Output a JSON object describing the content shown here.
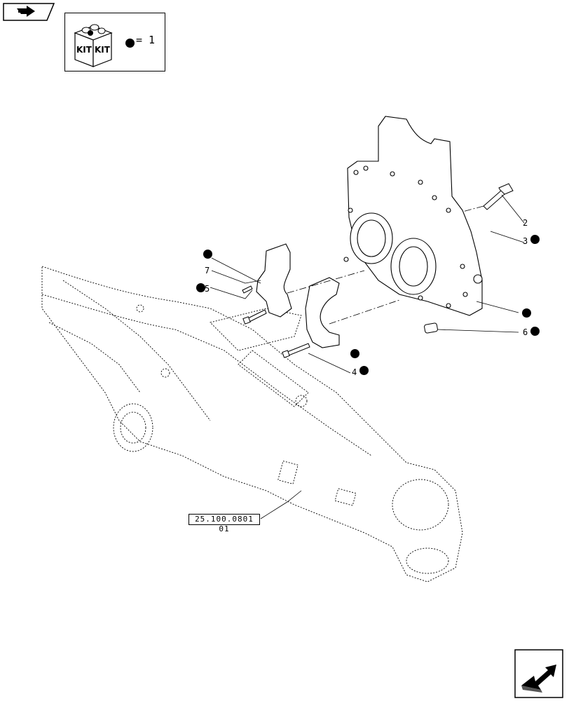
{
  "legend": {
    "kit_label_left": "KIT",
    "kit_label_right": "KIT",
    "quantity_text": "= 1"
  },
  "callouts": {
    "c2": "2",
    "c3": "3",
    "c4": "4",
    "c5": "5",
    "c6": "6",
    "c7": "7"
  },
  "reference": {
    "label": "25.100.0801 01"
  },
  "icons": {
    "prev": "arrow-back-icon",
    "next": "arrow-forward-icon",
    "kit": "kit-box-icon",
    "bullet": "filled-dot-icon"
  }
}
